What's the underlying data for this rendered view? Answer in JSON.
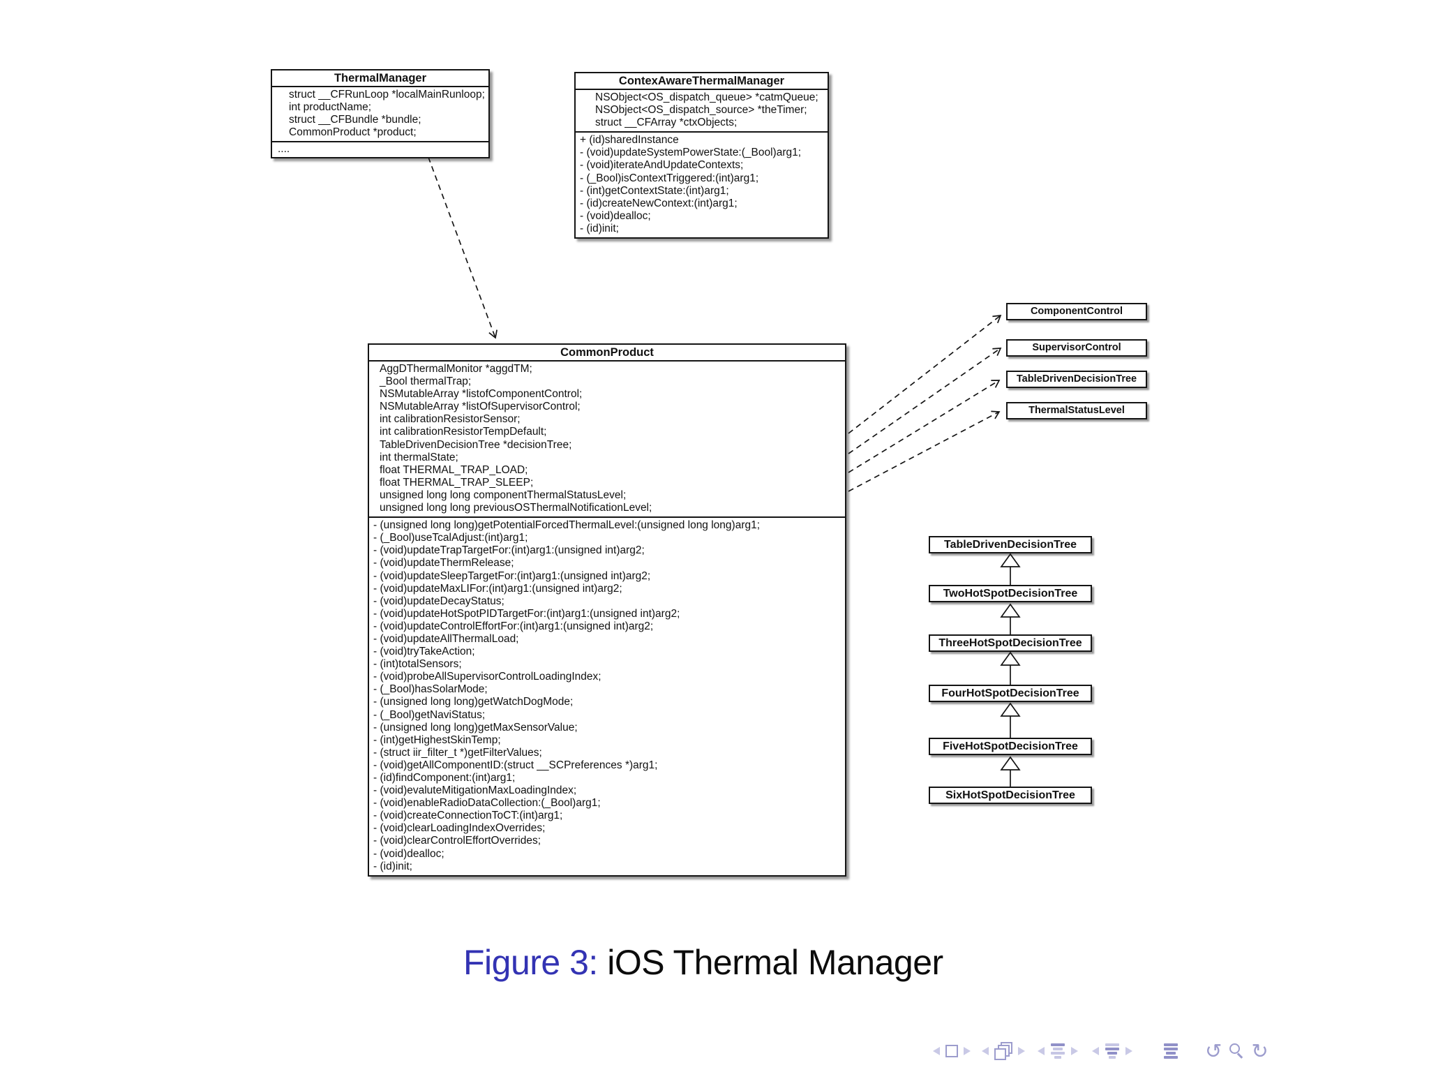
{
  "diagram": {
    "thermal_manager": {
      "title": "ThermalManager",
      "attributes": [
        "struct __CFRunLoop *localMainRunloop;",
        "int productName;",
        "struct __CFBundle *bundle;",
        "CommonProduct *product;"
      ],
      "more": "...."
    },
    "context_aware_thermal_manager": {
      "title": "ContexAwareThermalManager",
      "attributes": [
        "NSObject<OS_dispatch_queue> *catmQueue;",
        "NSObject<OS_dispatch_source> *theTimer;",
        "struct __CFArray *ctxObjects;"
      ],
      "methods": [
        "+ (id)sharedInstance",
        "- (void)updateSystemPowerState:(_Bool)arg1;",
        "- (void)iterateAndUpdateContexts;",
        "- (_Bool)isContextTriggered:(int)arg1;",
        "- (int)getContextState:(int)arg1;",
        "- (id)createNewContext:(int)arg1;",
        "- (void)dealloc;",
        "- (id)init;"
      ]
    },
    "common_product": {
      "title": "CommonProduct",
      "attributes": [
        "AggDThermalMonitor *aggdTM;",
        "_Bool thermalTrap;",
        "NSMutableArray *listofComponentControl;",
        "NSMutableArray *listOfSupervisorControl;",
        "int calibrationResistorSensor;",
        "int calibrationResistorTempDefault;",
        "TableDrivenDecisionTree *decisionTree;",
        "int thermalState;",
        "float THERMAL_TRAP_LOAD;",
        "float THERMAL_TRAP_SLEEP;",
        "unsigned long long componentThermalStatusLevel;",
        "unsigned long long previousOSThermalNotificationLevel;"
      ],
      "methods": [
        "- (unsigned long long)getPotentialForcedThermalLevel:(unsigned long long)arg1;",
        "- (_Bool)useTcalAdjust:(int)arg1;",
        "- (void)updateTrapTargetFor:(int)arg1:(unsigned int)arg2;",
        "- (void)updateThermRelease;",
        "- (void)updateSleepTargetFor:(int)arg1:(unsigned int)arg2;",
        "- (void)updateMaxLIFor:(int)arg1:(unsigned int)arg2;",
        "- (void)updateDecayStatus;",
        "- (void)updateHotSpotPIDTargetFor:(int)arg1:(unsigned int)arg2;",
        "- (void)updateControlEffortFor:(int)arg1:(unsigned int)arg2;",
        "- (void)updateAllThermalLoad;",
        "- (void)tryTakeAction;",
        "- (int)totalSensors;",
        "- (void)probeAllSupervisorControlLoadingIndex;",
        "- (_Bool)hasSolarMode;",
        "- (unsigned long long)getWatchDogMode;",
        "- (_Bool)getNaviStatus;",
        "- (unsigned long long)getMaxSensorValue;",
        "- (int)getHighestSkinTemp;",
        "- (struct iir_filter_t *)getFilterValues;",
        "- (void)getAllComponentID:(struct __SCPreferences *)arg1;",
        "- (id)findComponent:(int)arg1;",
        "- (void)evaluteMitigationMaxLoadingIndex;",
        "- (void)enableRadioDataCollection:(_Bool)arg1;",
        "- (void)createConnectionToCT:(int)arg1;",
        "- (void)clearLoadingIndexOverrides;",
        "- (void)clearControlEffortOverrides;",
        "- (void)dealloc;",
        "- (id)init;"
      ]
    },
    "related_classes": [
      "ComponentControl",
      "SupervisorControl",
      "TableDrivenDecisionTree",
      "ThermalStatusLevel"
    ],
    "decision_tree_hierarchy": [
      "TableDrivenDecisionTree",
      "TwoHotSpotDecisionTree",
      "ThreeHotSpotDecisionTree",
      "FourHotSpotDecisionTree",
      "FiveHotSpotDecisionTree",
      "SixHotSpotDecisionTree"
    ]
  },
  "caption": {
    "label": "Figure 3:",
    "title": " iOS Thermal Manager",
    "label_color": "#3333b3"
  },
  "nav": {
    "icons": [
      "prev-slide",
      "current-frame",
      "next-slide",
      "prev-frame",
      "frames",
      "next-frame",
      "prev-section",
      "section-list",
      "next-section",
      "prev-subsection",
      "subsection-list",
      "next-subsection",
      "appendix-list",
      "history-back",
      "search",
      "history-forward"
    ],
    "glyph_back": "↺",
    "glyph_forward": "↻",
    "color_light": "#c9c9e6",
    "color_dark": "#9090c8",
    "color_outline": "#9c9ccd"
  }
}
